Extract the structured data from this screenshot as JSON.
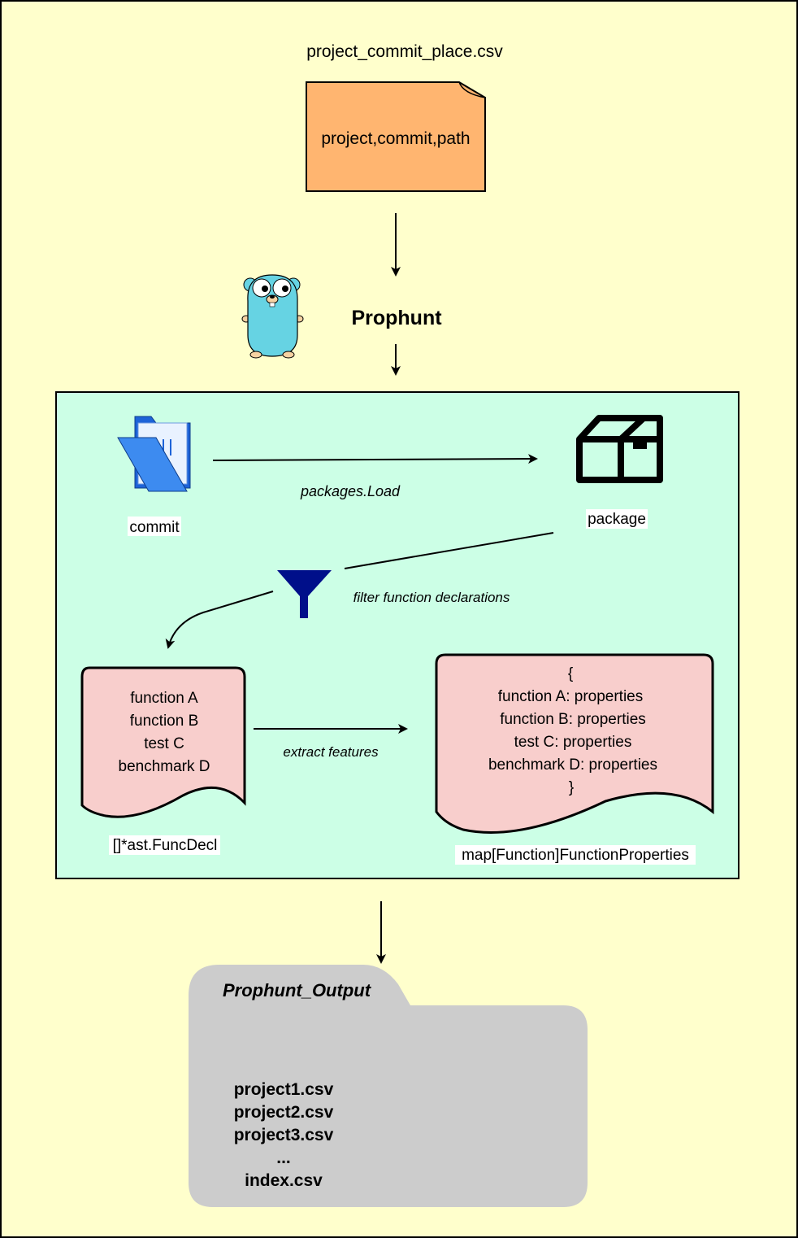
{
  "input_file": {
    "filename": "project_commit_place.csv",
    "content": "project,commit,path"
  },
  "tool": {
    "name": "Prophunt",
    "mascot_icon": "go-gopher-icon"
  },
  "pipeline": {
    "commit_label": "commit",
    "package_label": "package",
    "load_label": "packages.Load",
    "filter_label": "filter function declarations",
    "extract_label": "extract features",
    "func_decl": {
      "lines": [
        "function A",
        "function B",
        "test C",
        "benchmark D"
      ],
      "caption": "[]*ast.FuncDecl"
    },
    "properties_map": {
      "lines": [
        "{",
        "function A: properties",
        "function B: properties",
        "test C: properties",
        "benchmark D: properties",
        "}"
      ],
      "caption": "map[Function]FunctionProperties"
    }
  },
  "output": {
    "folder_name": "Prophunt_Output",
    "files": [
      "project1.csv",
      "project2.csv",
      "project3.csv",
      "...",
      "index.csv"
    ]
  },
  "colors": {
    "background": "#FFFFCC",
    "input_doc": "#FFB570",
    "pipeline_box": "#CCFFE6",
    "doc_pink": "#F8CECC",
    "output_folder": "#CCCCCC",
    "funnel": "#000F8A",
    "gopher": "#66D3E3"
  }
}
